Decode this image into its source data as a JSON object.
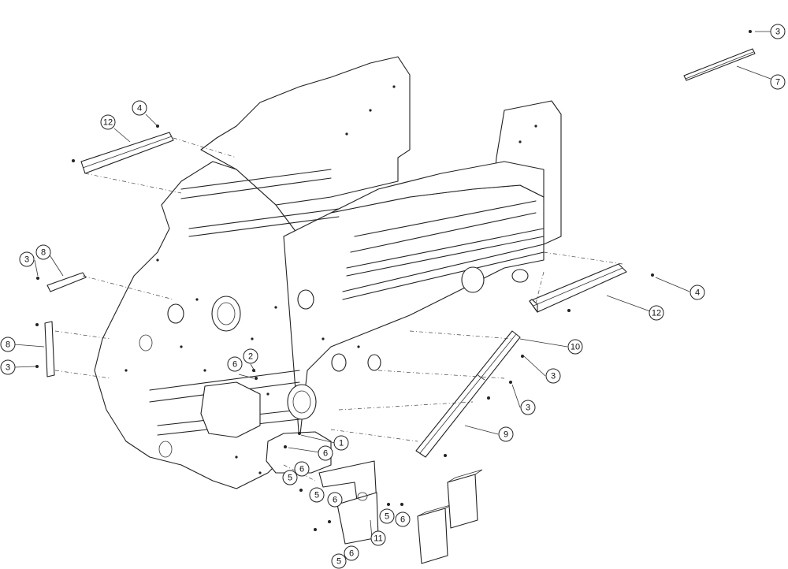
{
  "diagram": {
    "callouts": [
      "3",
      "7",
      "4",
      "12",
      "3",
      "8",
      "8",
      "3",
      "4",
      "12",
      "10",
      "3",
      "3",
      "9",
      "2",
      "6",
      "1",
      "6",
      "6",
      "5",
      "6",
      "5",
      "6",
      "11",
      "5",
      "6",
      "5"
    ]
  }
}
